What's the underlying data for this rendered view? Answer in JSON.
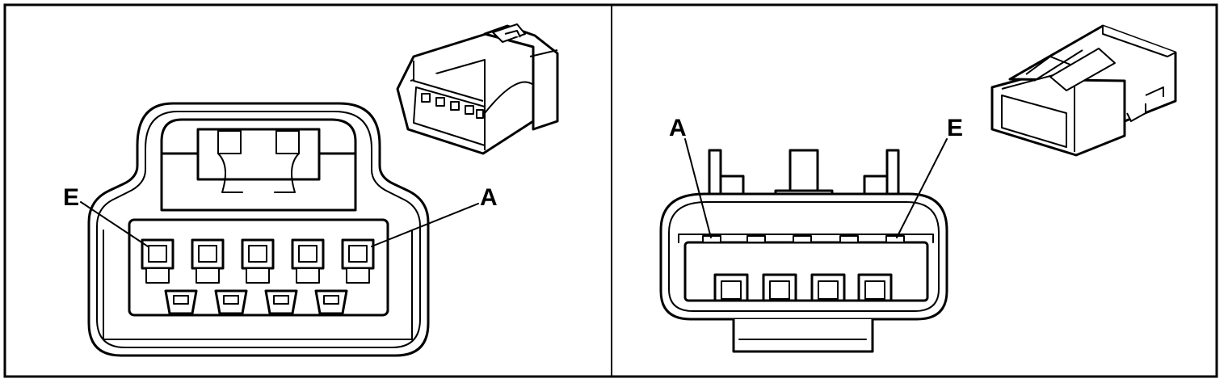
{
  "left_panel": {
    "label_left": "E",
    "label_right": "A",
    "cavities_top_count": 5,
    "cavities_bottom_count": 4
  },
  "right_panel": {
    "label_left": "A",
    "label_right": "E",
    "top_terminals_count": 5,
    "bottom_cavities_count": 4
  }
}
